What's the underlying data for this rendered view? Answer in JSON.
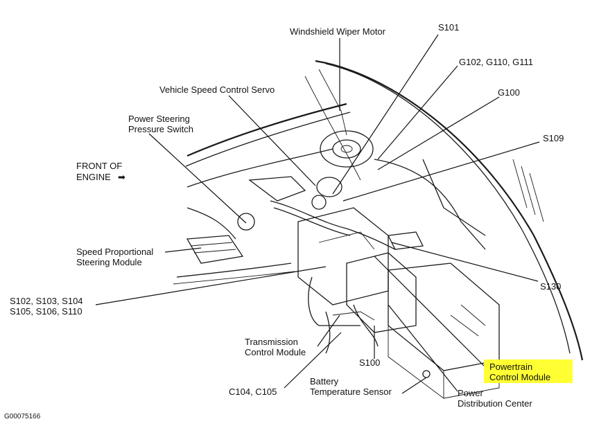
{
  "labels": {
    "windshield_wiper_motor": "Windshield Wiper Motor",
    "s101": "S101",
    "g102_g110_g111": "G102, G110, G111",
    "vehicle_speed_control_servo": "Vehicle Speed Control Servo",
    "g100": "G100",
    "power_steering_line1": "Power Steering",
    "power_steering_line2": "Pressure Switch",
    "s109": "S109",
    "front_of_engine_line1": "FRONT OF",
    "front_of_engine_line2": "ENGINE",
    "front_arrow": "➡",
    "speed_prop_line1": "Speed Proportional",
    "speed_prop_line2": "Steering Module",
    "s130": "S130",
    "splices_line1": "S102, S103, S104",
    "splices_line2": "S105, S106, S110",
    "tcm_line1": "Transmission",
    "tcm_line2": "Control Module",
    "s100": "S100",
    "pcm_line1": "Powertrain",
    "pcm_line2": "Control Module",
    "c104_c105": "C104, C105",
    "battery_temp_line1": "Battery",
    "battery_temp_line2": "Temperature Sensor",
    "pdc_line1": "Power",
    "pdc_line2": "Distribution Center",
    "figure_id": "G00075166"
  },
  "colors": {
    "highlight": "#ffff33",
    "ink": "#1a1a1a"
  }
}
